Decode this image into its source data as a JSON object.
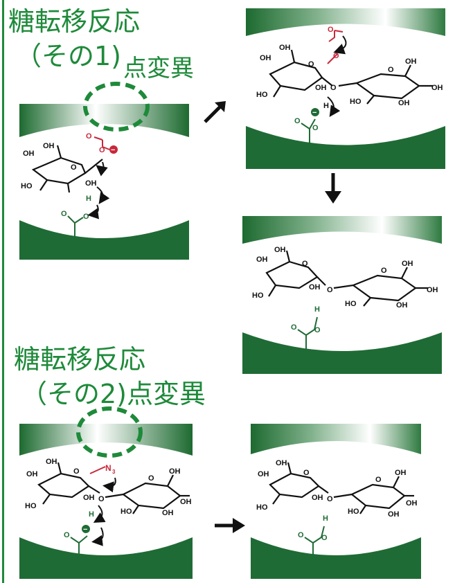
{
  "colors": {
    "accent_green": "#1e8a3a",
    "dark_green": "#1f6b35",
    "pocket_green": "#2b7a3e",
    "mutation_red": "#c8283a",
    "arrow_black": "#111111"
  },
  "section1": {
    "title_line1": "糖転移反応",
    "title_line2": "（その1)",
    "title_suffix": "点変異"
  },
  "section2": {
    "title_line1": "糖転移反応",
    "title_line2": "（その2)点変異"
  },
  "labels": {
    "o": "O",
    "oh": "OH",
    "ho": "HO",
    "h": "H",
    "n3": "N",
    "n3_sub": "3",
    "minus": "−"
  },
  "icons": {
    "mutation_marker": "dashed-ellipse",
    "step_arrow": "arrow"
  }
}
